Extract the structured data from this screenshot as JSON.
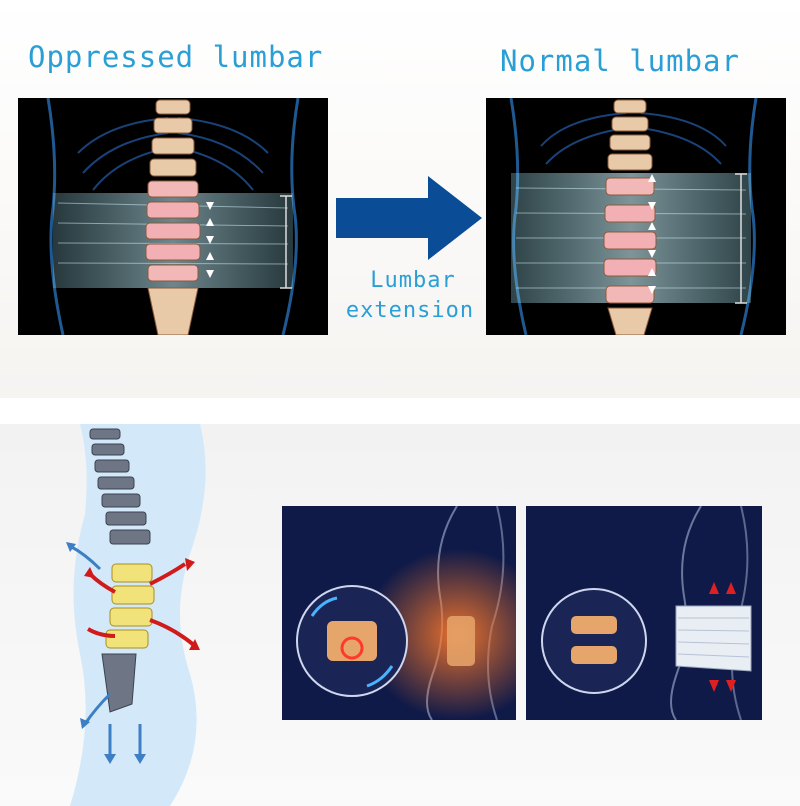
{
  "top": {
    "left_heading": "Oppressed lumbar",
    "right_heading": "Normal lumbar",
    "arrow_caption_line1": "Lumbar",
    "arrow_caption_line2": "extension"
  },
  "colors": {
    "accent_blue": "#2a9fd6",
    "arrow_blue": "#0a4d96",
    "xray_bg": "#000000"
  },
  "icons": {
    "center_arrow": "right-arrow-icon"
  }
}
